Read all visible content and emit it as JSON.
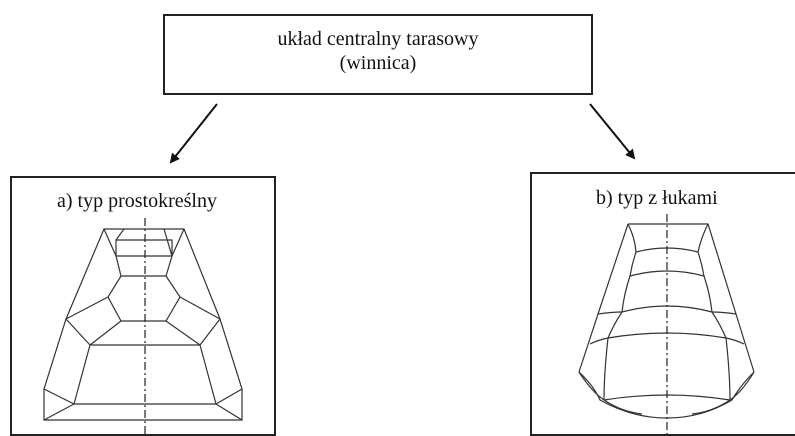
{
  "top": {
    "line1": "układ centralny tarasowy",
    "line2": "(winnica)"
  },
  "panel_a": {
    "label": "a)   typ prostokreślny"
  },
  "panel_b": {
    "label": "b) typ z łukami"
  }
}
